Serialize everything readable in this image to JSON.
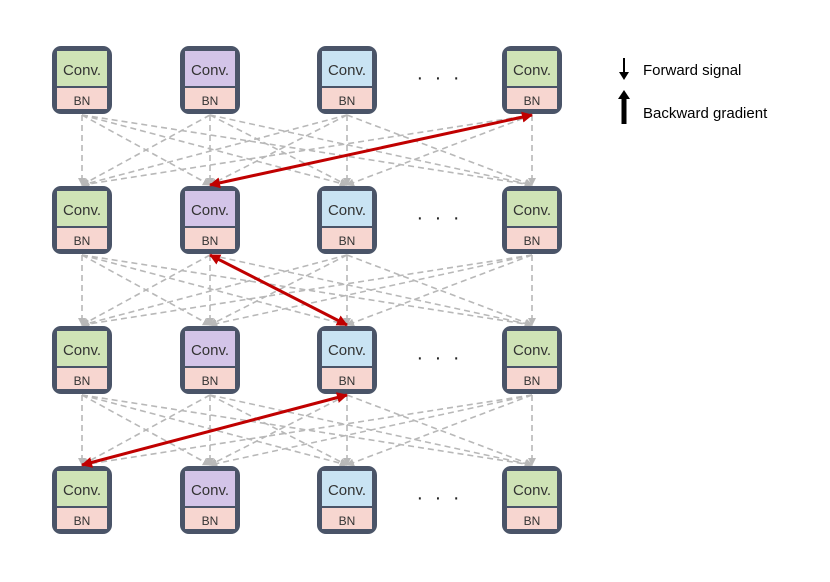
{
  "diagram": {
    "conv_label": "Conv.",
    "bn_label": "BN",
    "ellipsis": "· · ·",
    "layers": [
      [
        "green",
        "purple",
        "blue",
        "green"
      ],
      [
        "green",
        "purple",
        "blue",
        "green"
      ],
      [
        "green",
        "purple",
        "blue",
        "green"
      ],
      [
        "green",
        "purple",
        "blue",
        "green"
      ]
    ],
    "highlighted_path": [
      {
        "layer": 3,
        "node": 0
      },
      {
        "layer": 2,
        "node": 2
      },
      {
        "layer": 1,
        "node": 1
      },
      {
        "layer": 0,
        "node": 3
      }
    ]
  },
  "legend": {
    "forward_label": "Forward signal",
    "backward_label": "Backward gradient"
  },
  "colors": {
    "frame": "#4a5468",
    "green": "#cfe3b6",
    "purple": "#d3c4e8",
    "blue": "#c9e3f3",
    "bn": "#f7d6d0",
    "connection": "#b8b8b8",
    "path": "#c00000"
  }
}
